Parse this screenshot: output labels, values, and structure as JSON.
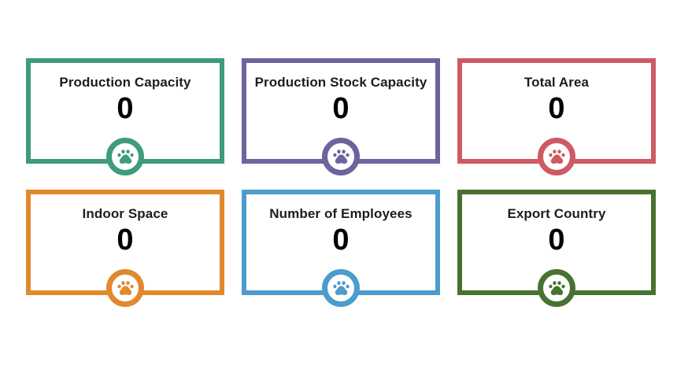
{
  "cards": [
    {
      "title": "Production Capacity",
      "value": "0",
      "color": "#3F9B7C",
      "icon": "paw-icon"
    },
    {
      "title": "Production Stock Capacity",
      "value": "0",
      "color": "#6F639E",
      "icon": "paw-icon"
    },
    {
      "title": "Total Area",
      "value": "0",
      "color": "#CE5A62",
      "icon": "paw-icon"
    },
    {
      "title": "Indoor Space",
      "value": "0",
      "color": "#E1892D",
      "icon": "paw-icon"
    },
    {
      "title": "Number of Employees",
      "value": "0",
      "color": "#4C9CCD",
      "icon": "paw-icon"
    },
    {
      "title": "Export Country",
      "value": "0",
      "color": "#47722F",
      "icon": "paw-icon"
    }
  ]
}
